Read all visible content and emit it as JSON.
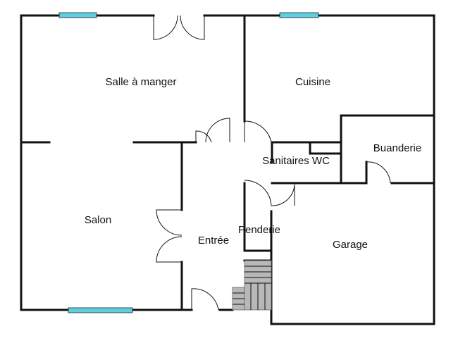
{
  "colors": {
    "wall": "#111111",
    "window": "#5bd0e0",
    "stairs": "#b8b8b8"
  },
  "rooms": {
    "salle_a_manger": "Salle à manger",
    "cuisine": "Cuisine",
    "buanderie": "Buanderie",
    "sanitaires_wc": "Sanitaires WC",
    "salon": "Salon",
    "entree": "Entrée",
    "penderie": "Penderie",
    "garage": "Garage"
  }
}
